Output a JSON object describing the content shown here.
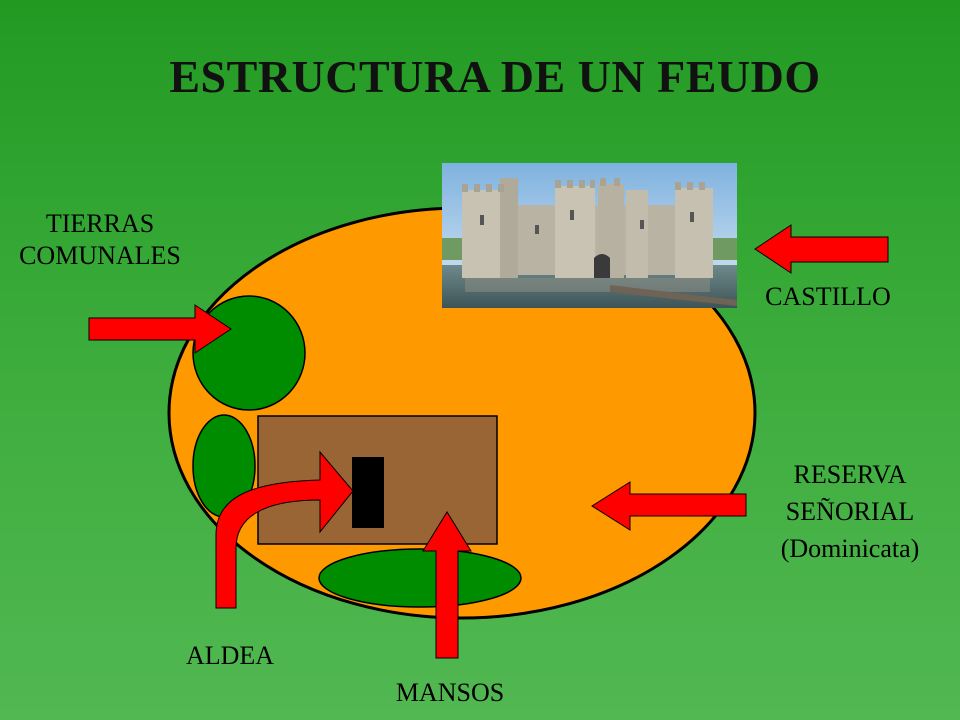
{
  "title": "ESTRUCTURA DE UN FEUDO",
  "labels": {
    "tierras_comunales": [
      "TIERRAS",
      "COMUNALES"
    ],
    "castillo": "CASTILLO",
    "reserva_senorial": [
      "RESERVA",
      "SEÑORIAL",
      "(Dominicata)"
    ],
    "aldea": "ALDEA",
    "mansos": "MANSOS"
  },
  "colors": {
    "background": "#3aab3a",
    "fief_land": "#ff9900",
    "common_land": "#008c00",
    "village": "#9a6535",
    "arrow": "#ff0000",
    "building": "#000000"
  },
  "icons": {
    "castle_photo": "castle-icon",
    "arrows": "arrow-icon"
  }
}
